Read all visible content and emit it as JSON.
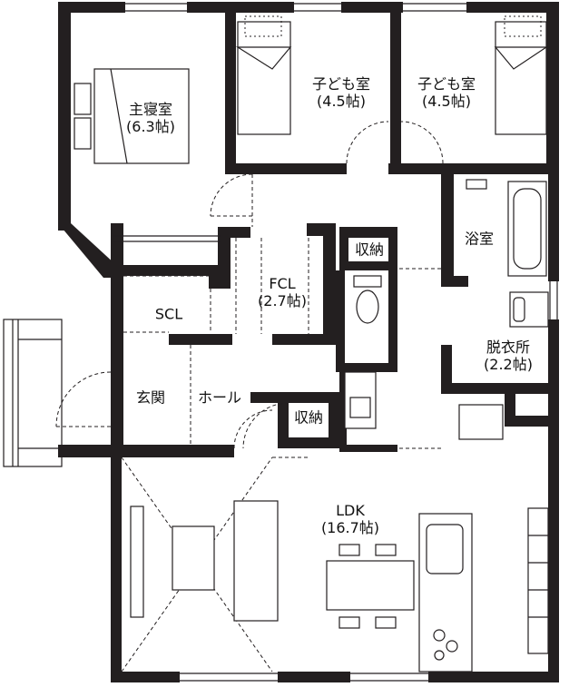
{
  "rooms": {
    "master": {
      "name": "主寝室",
      "size": "(6.3帖)"
    },
    "child1": {
      "name": "子ども室",
      "size": "(4.5帖)"
    },
    "child2": {
      "name": "子ども室",
      "size": "(4.5帖)"
    },
    "bath": {
      "name": "浴室"
    },
    "storage1": {
      "name": "収納"
    },
    "fcl": {
      "name": "FCL",
      "size": "(2.7帖)"
    },
    "dressing": {
      "name": "脱衣所",
      "size": "(2.2帖)"
    },
    "scl": {
      "name": "SCL"
    },
    "entrance": {
      "name": "玄関"
    },
    "hall": {
      "name": "ホール"
    },
    "storage2": {
      "name": "収納"
    },
    "ldk": {
      "name": "LDK",
      "size": "(16.7帖)"
    }
  }
}
